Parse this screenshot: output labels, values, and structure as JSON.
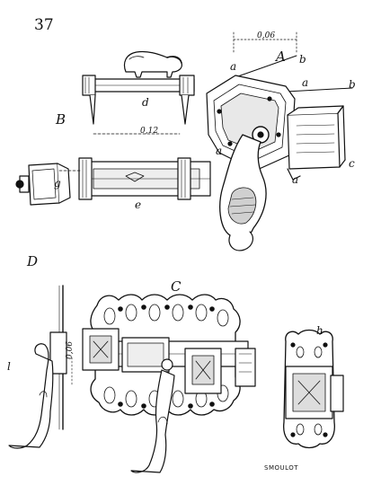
{
  "plate": {
    "number": "37",
    "signature": "SMOULOT"
  },
  "labels": {
    "A": "A",
    "B": "B",
    "C": "C",
    "D": "D",
    "a1": "a",
    "a2": "a",
    "a3": "a",
    "a4": "a",
    "b1": "b",
    "b2": "b",
    "c": "c",
    "d": "d",
    "e": "e",
    "g": "g",
    "h": "h",
    "l": "l",
    "dim_top": "0,06",
    "dim_mid": "0,12",
    "dim_left": "0,06"
  }
}
